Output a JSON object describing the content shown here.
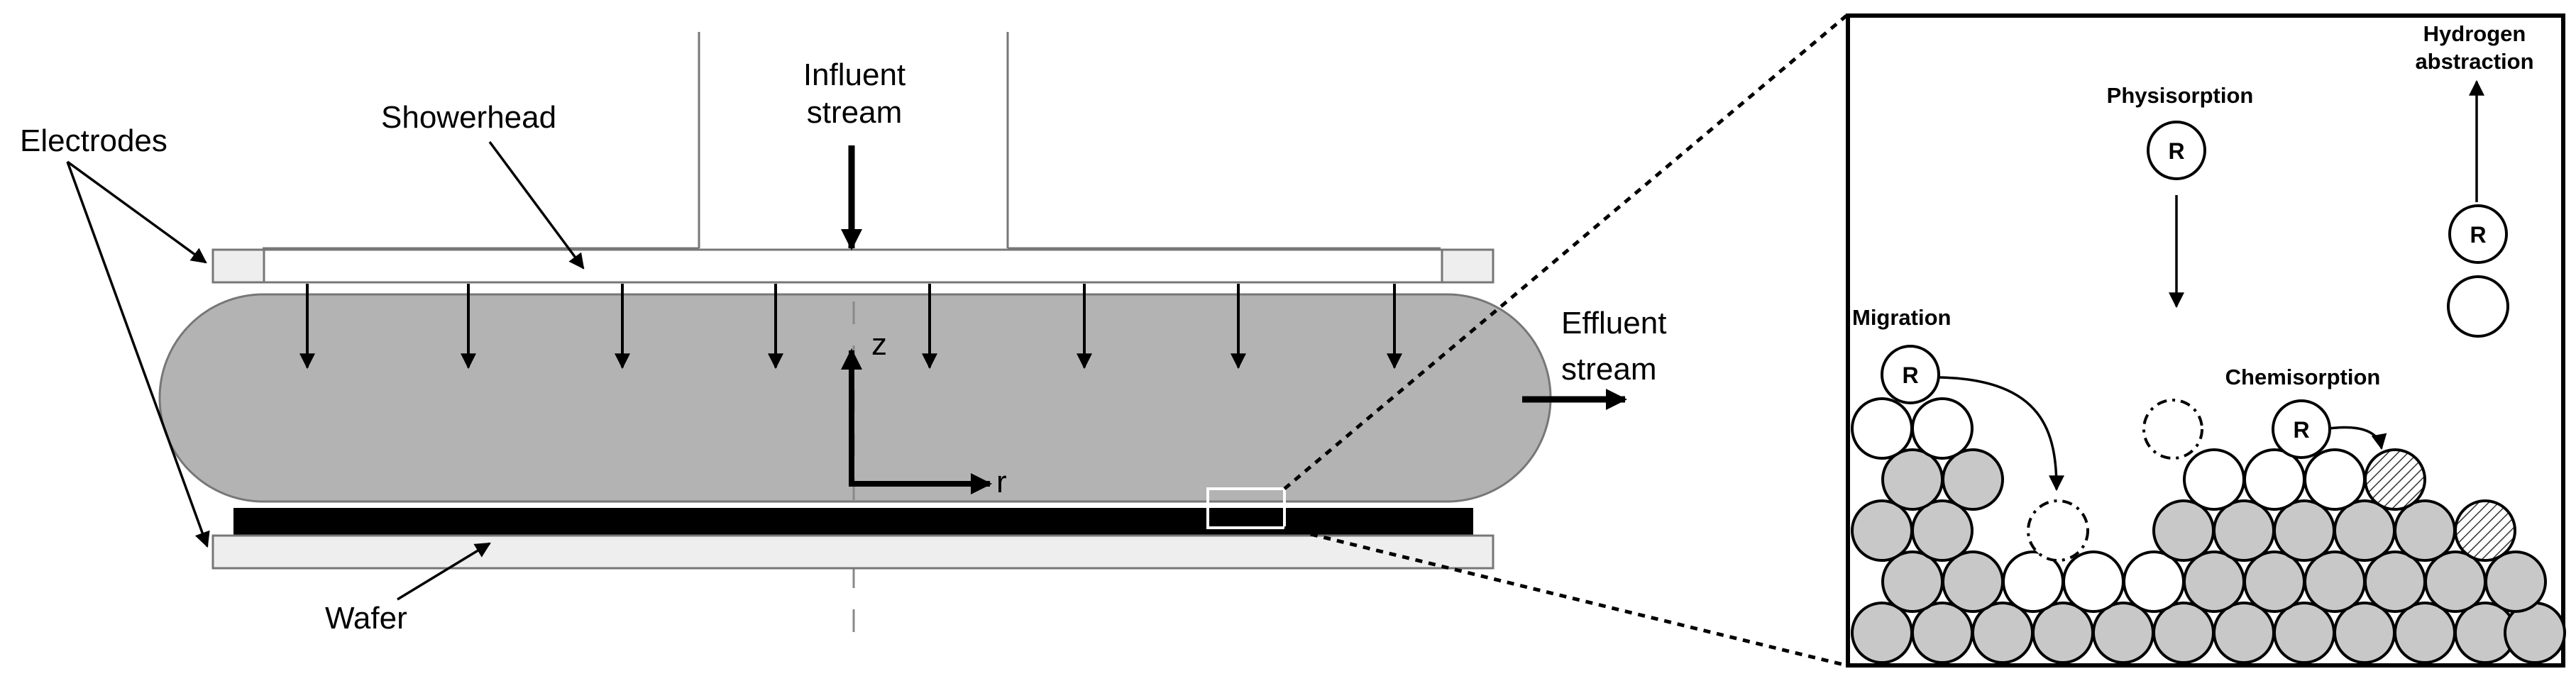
{
  "reactor": {
    "labels": {
      "electrodes": "Electrodes",
      "showerhead": "Showerhead",
      "influent_line1": "Influent",
      "influent_line2": "stream",
      "effluent_line1": "Effluent",
      "effluent_line2": "stream",
      "wafer": "Wafer",
      "axis_z": "z",
      "axis_r": "r"
    },
    "colors": {
      "plasma_fill": "#b3b3b3",
      "electrode_fill": "#eeeeee",
      "wafer_fill": "#000000"
    }
  },
  "surface": {
    "labels": {
      "physisorption": "Physisorption",
      "hydrogen_line1": "Hydrogen",
      "hydrogen_line2": "abstraction",
      "migration": "Migration",
      "chemisorption": "Chemisorption",
      "radical": "R"
    },
    "colors": {
      "bulk_atom": "#c8c8c8",
      "surface_atom": "#ffffff"
    }
  }
}
